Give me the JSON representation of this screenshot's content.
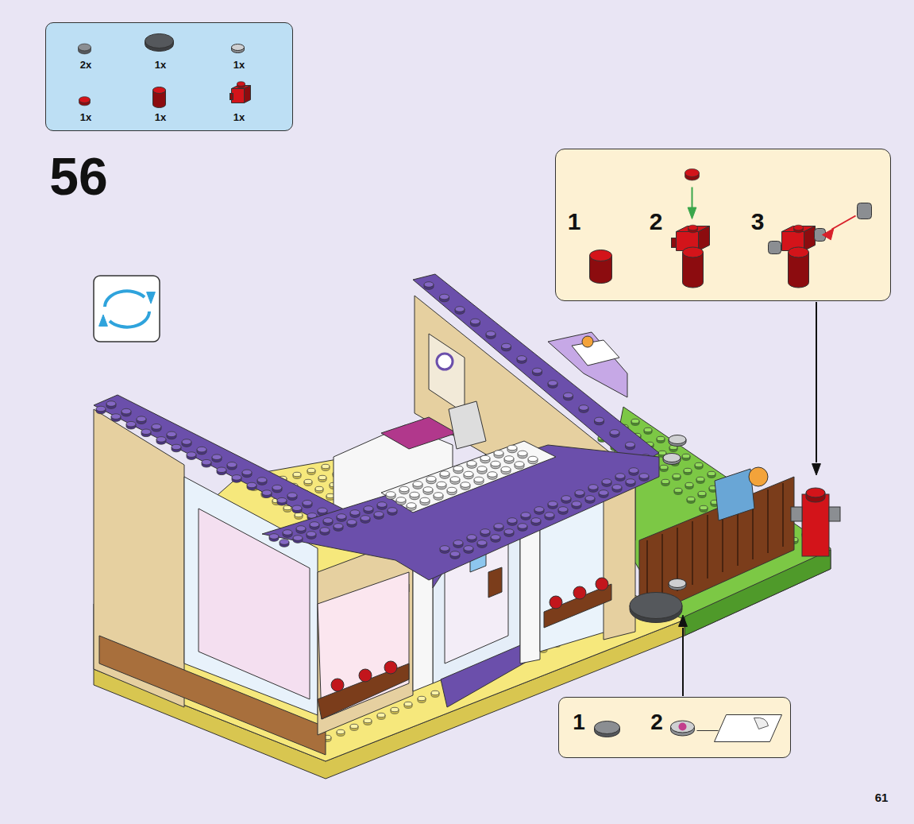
{
  "diagram": {
    "title": "56",
    "nodes": [
      {
        "text": [
          "2x",
          "1x",
          "1x",
          "1x",
          "1x",
          "1x"
        ]
      },
      {
        "text": [
          "1",
          "2",
          "3"
        ]
      },
      {
        "text": [
          "1",
          "2"
        ]
      }
    ],
    "labels": [
      "61"
    ]
  }
}
